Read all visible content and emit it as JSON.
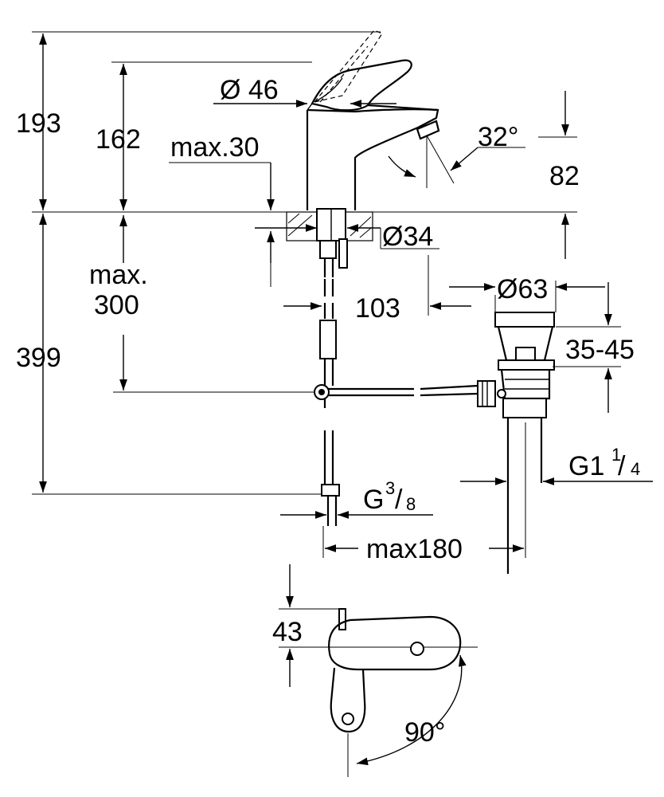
{
  "dimensions": {
    "d193": "193",
    "d162": "162",
    "dia46": "Ø 46",
    "max30": "max.30",
    "angle32": "32°",
    "d82": "82",
    "dia34": "Ø34",
    "max300_line1": "max.",
    "max300_line2": "300",
    "d103": "103",
    "dia63": "Ø63",
    "d35_45": "35-45",
    "d399": "399",
    "g1_main": "G1",
    "g1_num": "1",
    "g1_den": "4",
    "g38_main": "G",
    "g38_num": "3",
    "g38_den": "8",
    "max180": "max180",
    "d43": "43",
    "angle90": "90°"
  }
}
